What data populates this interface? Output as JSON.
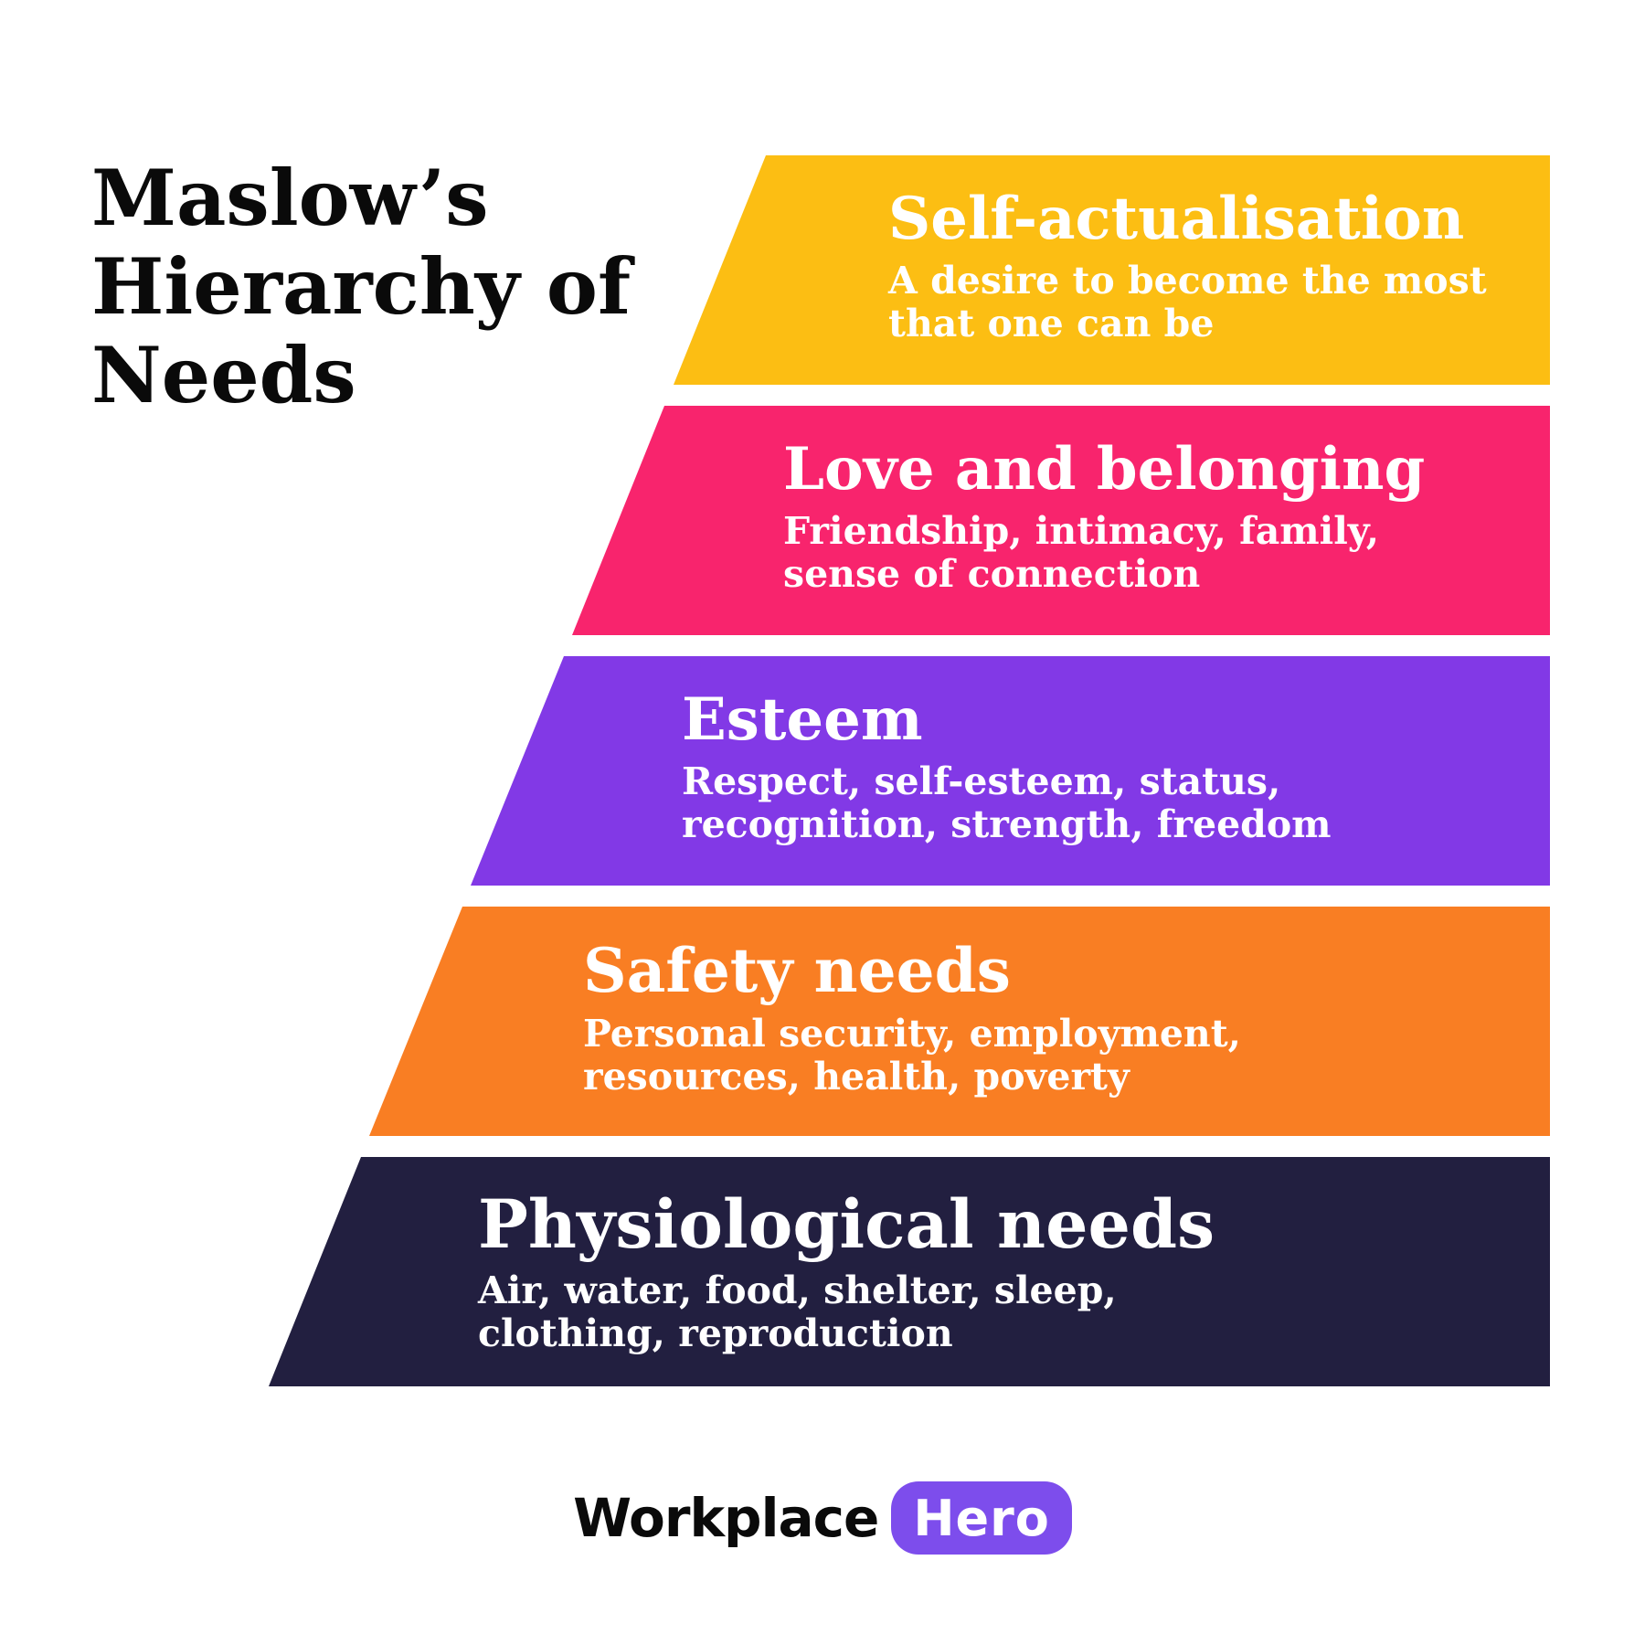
{
  "title": {
    "lines": [
      "Maslow’s",
      "Hierarchy of",
      "Needs"
    ]
  },
  "pyramid": {
    "levels": [
      {
        "name": "Self-actualisation",
        "desc_lines": [
          "A desire to become the most",
          "that one can be"
        ],
        "color": "#FCBE13"
      },
      {
        "name": "Love and belonging",
        "desc_lines": [
          "Friendship, intimacy, family,",
          "sense of connection"
        ],
        "color": "#F8246D"
      },
      {
        "name": "Esteem",
        "desc_lines": [
          "Respect, self-esteem, status,",
          "recognition, strength, freedom"
        ],
        "color": "#8239E6"
      },
      {
        "name": "Safety needs",
        "desc_lines": [
          "Personal security, employment,",
          "resources, health, poverty"
        ],
        "color": "#F97E23"
      },
      {
        "name": "Physiological needs",
        "desc_lines": [
          "Air, water, food, shelter, sleep,",
          "clothing, reproduction"
        ],
        "color": "#221F40"
      }
    ]
  },
  "footer": {
    "brand": {
      "workplace": "Workplace",
      "hero": "Hero",
      "badge_color": "#7D4DEC",
      "text_color": "#FFFFFF"
    }
  }
}
